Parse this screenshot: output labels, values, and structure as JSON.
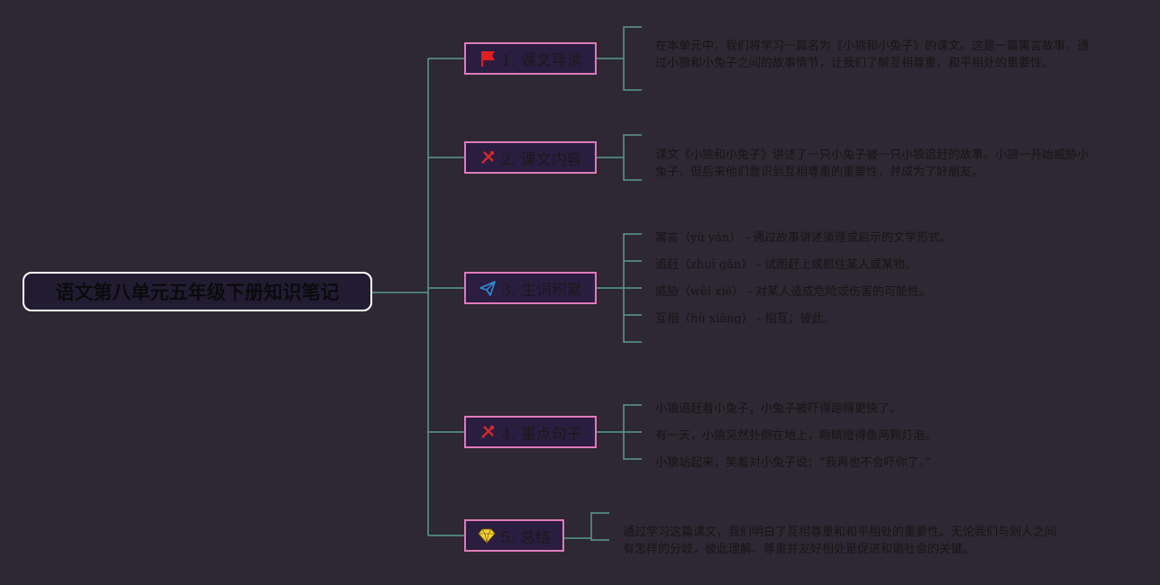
{
  "root": {
    "title": "语文第八单元五年级下册知识笔记"
  },
  "branches": [
    {
      "label": "1. 课文导读",
      "icon": "red-flag-icon"
    },
    {
      "label": "2. 课文内容",
      "icon": "red-tools-icon"
    },
    {
      "label": "3. 生词积累",
      "icon": "blue-paper-plane-icon"
    },
    {
      "label": "4. 重点句子",
      "icon": "red-tools-icon"
    },
    {
      "label": "5. 总结",
      "icon": "yellow-diamond-icon"
    }
  ],
  "notes": {
    "intro": "在本单元中，我们将学习一篇名为《小狼和小兔子》的课文。这是一篇寓言故事，通过小狼和小兔子之间的故事情节，让我们了解互相尊重、和平相处的重要性。",
    "content": "课文《小狼和小兔子》讲述了一只小兔子被一只小狼追赶的故事。小狼一开始威胁小兔子，但后来他们意识到互相尊重的重要性，并成为了好朋友。",
    "vocab": [
      "寓言（yù yán） - 通过故事讲述道理或启示的文学形式。",
      "追赶（zhuī gǎn） - 试图赶上或抓住某人或某物。",
      "威胁（wēi xié） - 对某人造成危险或伤害的可能性。",
      "互相（hù xiāng） - 相互；彼此。"
    ],
    "sentences": [
      "小狼追赶着小兔子，小兔子被吓得跑得更快了。",
      "有一天，小狼突然扑倒在地上，眼睛瞪得像两颗灯泡。",
      "小狼站起来，笑着对小兔子说：“我再也不会吓你了。”"
    ],
    "summary": "通过学习这篇课文，我们明白了互相尊重和和平相处的重要性。无论我们与别人之间有怎样的分歧，彼此理解、尊重并友好相处是促进和谐社会的关键。"
  },
  "colors": {
    "background": "#2d2833",
    "connector": "#5a9a8c",
    "branch_border": "#e07bb5",
    "branch_fill": "#2b1d40",
    "root_border": "#ffffff"
  }
}
